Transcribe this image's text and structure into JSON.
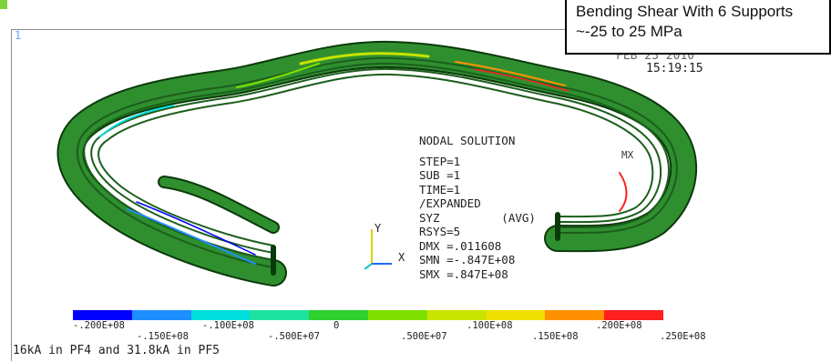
{
  "window": {
    "number": "1",
    "date": "FEB 23 2010",
    "time": "15:19:15"
  },
  "callout": {
    "line1": "Bending Shear With 6 Supports",
    "line2": "~-25 to 25 MPa"
  },
  "nodal": {
    "title": "NODAL SOLUTION",
    "lines": [
      "STEP=1",
      "SUB =1",
      "TIME=1",
      "/EXPANDED",
      "SYZ         (AVG)",
      "RSYS=5",
      "DMX =.011608",
      "SMN =-.847E+08",
      "SMX =.847E+08"
    ]
  },
  "axes": {
    "y": "Y",
    "x": "X"
  },
  "mx_marker": "MX",
  "legend": {
    "colors": [
      "#0000ff",
      "#1f8fff",
      "#00dede",
      "#1ee3a0",
      "#2fd02f",
      "#7fe000",
      "#c8e400",
      "#f0e000",
      "#ff9000",
      "#ff1f1f"
    ],
    "top_labels": [
      "-.200E+08",
      "-.100E+08",
      "0",
      ".100E+08",
      ".200E+08"
    ],
    "bottom_labels": [
      "-.150E+08",
      "-.500E+07",
      ".500E+07",
      ".150E+08",
      ".250E+08"
    ]
  },
  "footer": "16kA in PF4 and 31.8kA in PF5"
}
